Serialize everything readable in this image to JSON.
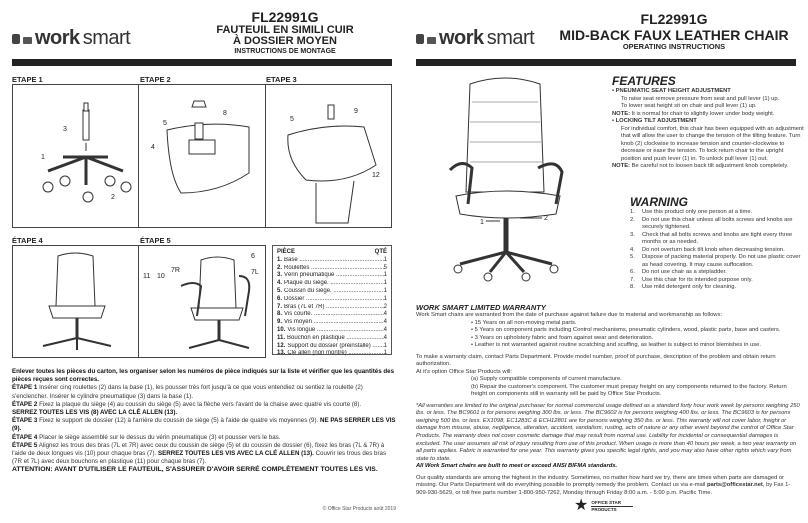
{
  "left": {
    "logo": {
      "bold": "work",
      "light": "smart"
    },
    "model": "FL22991G",
    "title_line1": "FAUTEUIL EN SIMILI CUIR",
    "title_line2": "À DOSSIER MOYEN",
    "subtitle": "INSTRUCTIONS DE MONTAGE",
    "steps": [
      {
        "label": "ETAPE 1",
        "callouts": [
          "3",
          "1",
          "2"
        ]
      },
      {
        "label": "ETAPE 2",
        "callouts": [
          "8",
          "5",
          "4"
        ]
      },
      {
        "label": "ETAPE 3",
        "callouts": [
          "9",
          "5",
          "12"
        ]
      },
      {
        "label": "ÉTAPE 4",
        "callouts": []
      },
      {
        "label": "ÉTAPE 5",
        "callouts": [
          "11",
          "10",
          "7R",
          "6",
          "7L"
        ]
      }
    ],
    "parts": {
      "header_piece": "PIÈCE",
      "header_qty": "QTÉ",
      "items": [
        {
          "n": "1.",
          "name": "Base",
          "qty": "1"
        },
        {
          "n": "2.",
          "name": "Roulettes",
          "qty": "5"
        },
        {
          "n": "3.",
          "name": "Vérin pneumatique",
          "qty": "1"
        },
        {
          "n": "4.",
          "name": "Plaque du siège.",
          "qty": "1"
        },
        {
          "n": "5.",
          "name": "Coussin du siège.",
          "qty": "1"
        },
        {
          "n": "6.",
          "name": "Dossier",
          "qty": "1"
        },
        {
          "n": "7.",
          "name": "Bras (7L et 7R)",
          "qty": "2"
        },
        {
          "n": "8.",
          "name": "Vis courte.",
          "qty": "4"
        },
        {
          "n": "9.",
          "name": "Vis moyen",
          "qty": "4"
        },
        {
          "n": "10.",
          "name": "Vis longue",
          "qty": "4"
        },
        {
          "n": "11.",
          "name": "Bouchon en plastique",
          "qty": "4"
        },
        {
          "n": "12.",
          "name": "Support du dossier (préinstallé)",
          "qty": "1"
        },
        {
          "n": "13.",
          "name": "Clé allen (non montré)",
          "qty": "1"
        }
      ]
    },
    "instructions": {
      "intro": "Enlever toutes les pièces du carton, les organiser selon les numéros de pièce indiqués sur la liste et vérifier que les quantités des pièces reçues sont correctes.",
      "s1_label": "ÉTAPE 1",
      "s1": " Insérer cinq roulettes (2) dans la base (1), les pousser très fort jusqu'à ce que vous entendiez ou sentiez la roulette (2) s'enclencher. Insérer le cylindre pneumatique (3) dans la base (1).",
      "s2_label": "ÉTAPE 2",
      "s2": "  Fixez la plaque du siège (4) au coussin du siège (5) avec la flèche vers l'avant de la chaise avec quatre vis courte (8).",
      "s2_bold": "SERREZ TOUTES LES VIS (8) AVEC LA CLÉ ALLEN (13).",
      "s3_label": "ÉTAPE 3",
      "s3": " Fixez le support de dossier (12) à l'arrière du coussin de siège (5) à l'aide de quatre vis moyennes (9). ",
      "s3_bold": "NE PAS SERRER LES VIS (9).",
      "s4_label": "ÉTAPE 4",
      "s4": " Placer le siège assemblé sur le dessus du vérin pneumatique (3) et pousser vers le bas.",
      "s5_label": "ÉTAPE 5",
      "s5": " Alignez les trous des bras (7L et 7R) avec ceux du coussin de siège (5) et du coussin de dossier (6), fixez les bras (7L & 7R) à l'aide de deux longues vis (10) pour chaque bras (7). ",
      "s5_bold": "SERREZ TOUTES LES VIS AVEC LA CLÉ ALLEN (13).",
      "s5_end": "  Couvrir les trous des bras (7R et 7L) avec deux bouchons en plastique (11) pour chaque bras (7).",
      "attention": "ATTENTION: AVANT D'UTILISER LE FAUTEUIL, S'ASSURER D'AVOIR SERRÉ COMPLÈTEMENT TOUTES LES VIS."
    },
    "copyright": "© Office Star Products août 2019"
  },
  "right": {
    "logo": {
      "bold": "work",
      "light": "smart"
    },
    "model": "FL22991G",
    "title": "MID-BACK FAUX LEATHER CHAIR",
    "subtitle": "OPERATING INSTRUCTIONS",
    "chair_callouts": [
      "1",
      "2"
    ],
    "features": {
      "heading": "FEATURES",
      "f1_title": "• PNEUMATIC SEAT HEIGHT ADJUSTMENT",
      "f1_l1": "To raise seat remove pressure from seat and pull lever (1) up.",
      "f1_l2": "To lower seat height sit on chair and pull lever (1) up.",
      "note1_label": "NOTE:",
      "note1": " It is normal for chair to slightly lower under body weight.",
      "f2_title": "• LOCKING TILT ADJUSTMENT",
      "f2_body": "For individual comfort, this chair has been equipped with an adjustment that will allow the user to change the tension of the tilting feature.  Turn knob (2) clockwise to increase tension and counter-clockwise to decrease or ease the tension. To lock return chair to the upright position and push lever (1) in. To unlock pull lever (1) out.",
      "note2_label": "NOTE:",
      "note2": " Be careful not to loosen back tilt adjustment knob completely."
    },
    "warning": {
      "heading": "WARNING",
      "items": [
        {
          "n": "1.",
          "t": "Use this product only one person at a time."
        },
        {
          "n": "2.",
          "t": "Do not use this chair unless all bolts screws and knobs are securely tightened."
        },
        {
          "n": "3.",
          "t": "Check that all bolts screws and knobs are tight every three months or as needed."
        },
        {
          "n": "4.",
          "t": "Do not overturn back tilt knob when decreasing tension."
        },
        {
          "n": "5.",
          "t": "Dispose of packing material properly.  Do not use plastic cover as head covering.  It may cause suffocation."
        },
        {
          "n": "6.",
          "t": "Do not use chair as a stepladder."
        },
        {
          "n": "7.",
          "t": "Use this chair for its intended purpose only."
        },
        {
          "n": "8.",
          "t": "Use mild detergent only for cleaning."
        }
      ]
    },
    "warranty": {
      "heading": "WORK SMART LIMITED WARRANTY",
      "intro": "Work Smart chairs are warranted from the date of purchase against failure due to material and workmanship as follows:",
      "bullets": [
        "• 15 Years on all non-moving metal parts.",
        "• 5 Years on component parts including Control mechanisms, pneumatic cylinders, wood, plastic parts, base and casters.",
        "• 3 Years on upholstery fabric and foam against wear and deterioration.",
        "• Leather is not warranted against routine scratching and scuffing, as leather is subject to minor blemishes in use."
      ],
      "claim": "To make a warranty claim, contact Parts Department. Provide model number, proof of purchase, description of the problem and obtain return authorization.",
      "option": "At it's option Office Star Products will:",
      "a": "(a)  Supply compatible components of current manufacture.",
      "b": "(b)  Repair the customer's component. The customer must prepay freight on any components returned to the factory. Return freight on components still in warranty will be paid by Office Star Products.",
      "fine": "*All warranties are limited to the original purchaser for normal commercial usage defined as a standard forty hour work week by persons weighing 250 lbs. or less. The BC9601 is for persons weighing 300 lbs. or less. The BC9602 is for persons weighing 400 lbs. or less. The BC9603 is for persons weighing 500 lbs. or less. EX1098, EC1283C & ECH12801 are for persons weighing 350 lbs. or less. This warranty will not cover labor, freight or damage from misuse, abuse, negligence, alteration, accident, vandalism, rusting, acts of nature or any other event beyond the control of Office Star Products. The warranty does not cover cosmetic damage that may result from normal use. Liability for incidental or consequential damages is excluded. The user assumes all risk of injury resulting from use of this product. When usage is more than 40 hours per week, a two year warranty on all parts applies. Fabric is warranted for one year. This warranty gives you specific legal rights, and you may also have other rights which vary from state to state.",
      "bifma": "All Work Smart chairs are built to meet or exceed ANSI BIFMA standards.",
      "quality1": "Our quality standards are among the highest in the industry. Sometimes, no matter how hard we try, there are times when parts are damaged or missing. Our Parts Department will do everything possible to promptly remedy the problem. Contact us via e-mail ",
      "email": "parts@officestar.net",
      "quality2": ", by Fax 1-909-930-5629, or toll free parts number 1-800-950-7262, Monday through Friday 8:00 a.m. - 5:00 p.m. Pacific Time."
    },
    "footer_logo": {
      "line1": "OFFICE STAR",
      "line2": "PRODUCTS"
    }
  }
}
